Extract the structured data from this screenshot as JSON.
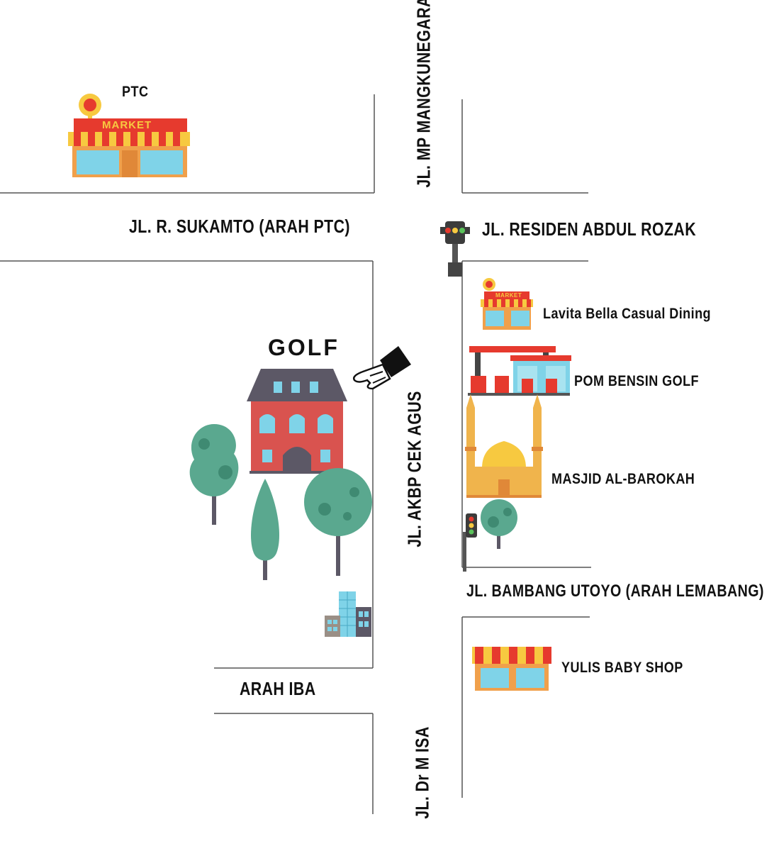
{
  "roads": {
    "mp_mangkunegara": "JL. MP MANGKUNEGARA",
    "sukamto": "JL. R. SUKAMTO (ARAH PTC)",
    "residen": "JL. RESIDEN ABDUL ROZAK",
    "akbp": "JL. AKBP CEK AGUS",
    "bambang": "JL. BAMBANG UTOYO (ARAH LEMABANG)",
    "iba": "ARAH IBA",
    "dr_m_isa": "JL. Dr M ISA"
  },
  "places": {
    "ptc": "PTC",
    "ptc_sign": "MARKET",
    "lavita_sign": "MARKET",
    "lavita": "Lavita Bella Casual Dining",
    "pom": "POM BENSIN GOLF",
    "masjid": "MASJID AL-BAROKAH",
    "yulis": "YULIS BABY SHOP",
    "golf": "GOLF"
  },
  "colors": {
    "road_line": "#555555",
    "awning_red": "#e63a2e",
    "awning_yellow": "#f7c940",
    "glass": "#7fd3e8",
    "store_wall": "#f0a04b",
    "tree": "#5aa88f",
    "tree_dark": "#3f8a72",
    "house_wall": "#d9534f",
    "house_roof": "#5c5866",
    "mosque": "#f0b44c",
    "pointer": "#111111"
  },
  "icons": [
    "market-icon",
    "traffic-light-icon",
    "gas-station-icon",
    "mosque-icon",
    "tree-icon",
    "house-icon",
    "office-building-icon",
    "pointing-hand-icon"
  ]
}
